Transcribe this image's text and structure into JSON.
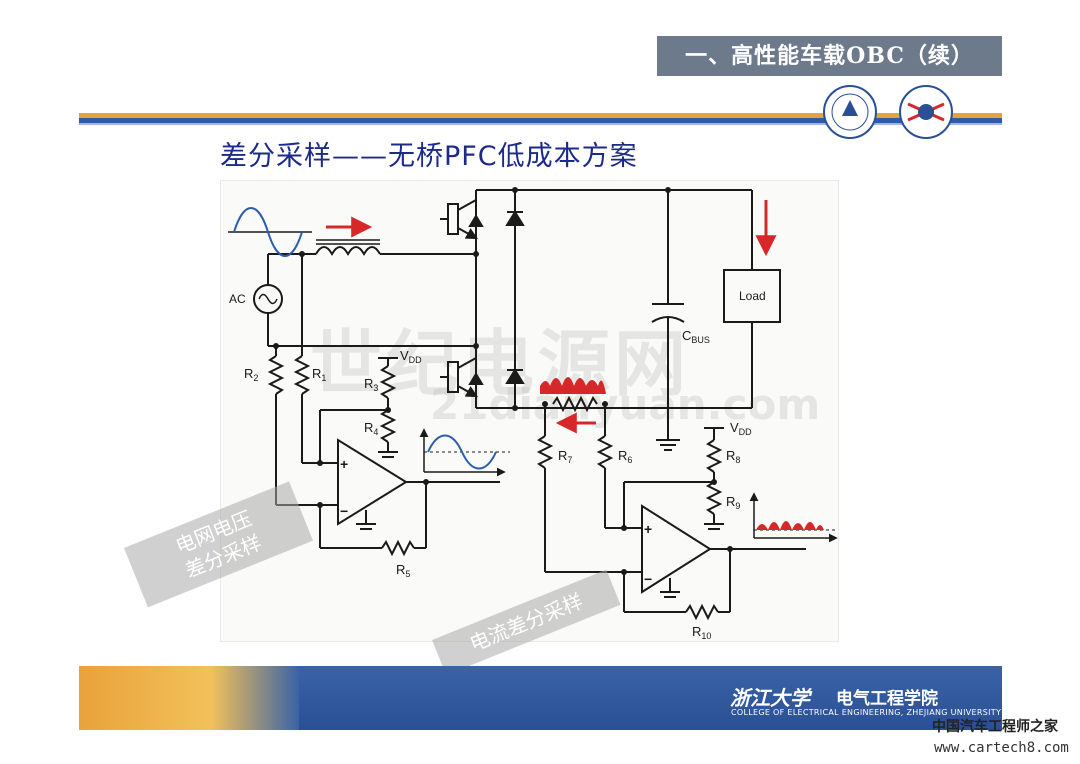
{
  "header": {
    "section_title": "一、高性能车载OBC（续）"
  },
  "slide": {
    "title": "差分采样——无桥PFC低成本方案"
  },
  "circuit": {
    "ac_label": "AC",
    "load_label": "Load",
    "cbus_main": "C",
    "cbus_sub": "BUS",
    "r1": "R",
    "r1_sub": "1",
    "r2": "R",
    "r2_sub": "2",
    "r3": "R",
    "r3_sub": "3",
    "r4": "R",
    "r4_sub": "4",
    "r5": "R",
    "r5_sub": "5",
    "r6": "R",
    "r6_sub": "6",
    "r7": "R",
    "r7_sub": "7",
    "r8": "R",
    "r8_sub": "8",
    "r9": "R",
    "r9_sub": "9",
    "r10": "R",
    "r10_sub": "10",
    "vdd_main": "V",
    "vdd_sub": "DD",
    "plus": "+",
    "minus": "−"
  },
  "watermark": {
    "cn": "世纪电源网",
    "en": "21dianyuan.com"
  },
  "stamps": {
    "grid_voltage_line1": "电网电压",
    "grid_voltage_line2": "差分采样",
    "current_sampling": "电流差分采样"
  },
  "footer": {
    "university": "浙江大学",
    "college": "电气工程学院",
    "college_en": "COLLEGE OF ELECTRICAL ENGINEERING, ZHEJIANG UNIVERSITY"
  },
  "credit": {
    "site": "中国汽车工程师之家",
    "url": "www.cartech8.com"
  },
  "colors": {
    "wire": "#1a1a1a",
    "signal_blue": "#2a5db0",
    "arrow_red": "#d62828",
    "header_gray": "#6d7a8c",
    "title_blue": "#1c2a8a"
  }
}
